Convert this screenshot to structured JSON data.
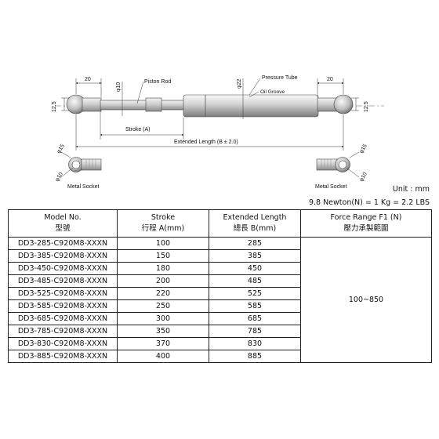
{
  "diagram": {
    "dim_end_left": "20",
    "dim_end_right": "20",
    "dim_rod_dia": "φ10",
    "dim_tube_dia": "φ22",
    "dim_end_height_left": "12.5",
    "dim_end_height_right": "12.5",
    "label_piston_rod": "Piston Rod",
    "label_pressure_tube": "Pressure Tube",
    "label_oil_groove": "Oil Groove",
    "label_stroke": "Stroke (A)",
    "label_extended": "Extended Length (B ± 2.0)",
    "socket_left_outer": "φ15",
    "socket_left_inner": "φ10",
    "socket_right_outer": "φ15",
    "socket_right_inner": "φ10",
    "label_socket_left": "Metal Socket",
    "label_socket_right": "Metal Socket"
  },
  "notes": {
    "unit": "Unit : mm",
    "conversion": "9.8 Newton(N) = 1 Kg = 2.2 LBS"
  },
  "table": {
    "headers": [
      {
        "en": "Model No.",
        "zh": "型號"
      },
      {
        "en": "Stroke",
        "zh": "行程 A(mm)"
      },
      {
        "en": "Extended Length",
        "zh": "總長 B(mm)"
      },
      {
        "en": "Force Range F1 (N)",
        "zh": "壓力承製範圍"
      }
    ],
    "rows": [
      {
        "model": "DD3-285-C920M8-XXXN",
        "stroke": "100",
        "length": "285"
      },
      {
        "model": "DD3-385-C920M8-XXXN",
        "stroke": "150",
        "length": "385"
      },
      {
        "model": "DD3-450-C920M8-XXXN",
        "stroke": "180",
        "length": "450"
      },
      {
        "model": "DD3-485-C920M8-XXXN",
        "stroke": "200",
        "length": "485"
      },
      {
        "model": "DD3-525-C920M8-XXXN",
        "stroke": "220",
        "length": "525"
      },
      {
        "model": "DD3-585-C920M8-XXXN",
        "stroke": "250",
        "length": "585"
      },
      {
        "model": "DD3-685-C920M8-XXXN",
        "stroke": "300",
        "length": "685"
      },
      {
        "model": "DD3-785-C920M8-XXXN",
        "stroke": "350",
        "length": "785"
      },
      {
        "model": "DD3-830-C920M8-XXXN",
        "stroke": "370",
        "length": "830"
      },
      {
        "model": "DD3-885-C920M8-XXXN",
        "stroke": "400",
        "length": "885"
      }
    ],
    "force_range": "100~850"
  }
}
